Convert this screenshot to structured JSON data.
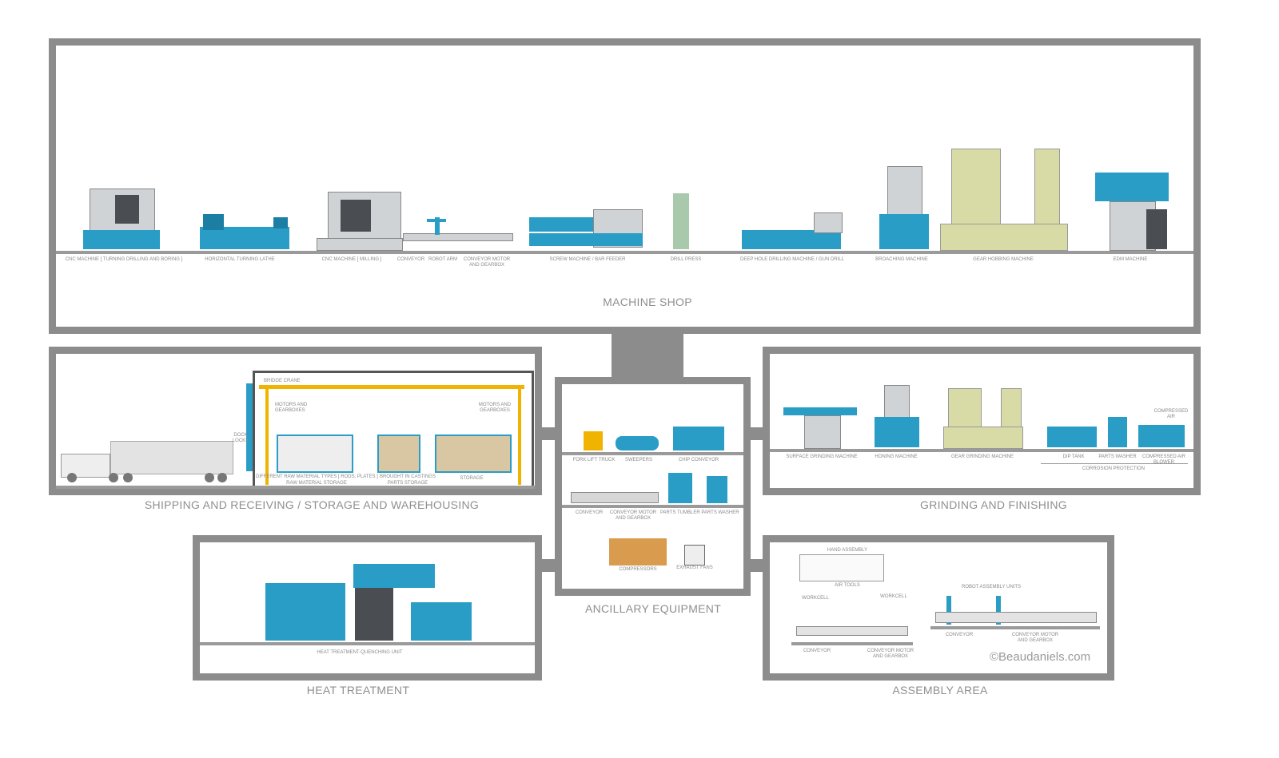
{
  "colors": {
    "frame": "#8c8c8c",
    "machine_teal": "#2a9dc6",
    "machine_khaki": "#d9dba6",
    "machine_gray": "#cfd3d6",
    "text": "#8a8a8a"
  },
  "machine_shop": {
    "title": "MACHINE SHOP",
    "items": [
      "CNC MACHINE [ TURNING DRILLING AND BORING ]",
      "HORIZONTAL TURNING LATHE",
      "CNC MACHINE [ MILLING ]",
      "CONVEYOR",
      "ROBOT ARM",
      "CONVEYOR MOTOR AND GEARBOX",
      "SCREW MACHINE / BAR FEEDER",
      "DRILL PRESS",
      "DEEP HOLE DRILLING MACHINE / GUN DRILL",
      "BROACHING MACHINE",
      "GEAR HOBBING MACHINE",
      "EDM MACHINE"
    ]
  },
  "shipping": {
    "title": "SHIPPING AND RECEIVING / STORAGE AND WAREHOUSING",
    "bridge_crane": "BRIDGE CRANE",
    "motors_left": "MOTORS AND GEARBOXES",
    "motors_right": "MOTORS AND GEARBOXES",
    "dock_locks": "DOCK LOCKS",
    "raw_types": "DIFFERENT RAW MATERIAL TYPES [ RODS, PLATES ]",
    "raw_storage": "RAW MATERIAL STORAGE",
    "castings": "BROUGHT IN CASTINGS",
    "parts_storage": "PARTS STORAGE",
    "storage": "STORAGE"
  },
  "ancillary": {
    "title": "ANCILLARY EQUIPMENT",
    "row1": [
      "FORK LIFT TRUCK",
      "SWEEPERS",
      "CHIP CONVEYOR"
    ],
    "row2": [
      "CONVEYOR",
      "CONVEYOR MOTOR AND GEARBOX",
      "PARTS TUMBLER",
      "PARTS WASHER"
    ],
    "row3": [
      "COMPRESSORS",
      "EXHAUST FANS"
    ]
  },
  "grinding": {
    "title": "GRINDING AND FINISHING",
    "items": [
      "SURFACE GRINDING MACHINE",
      "HONING MACHINE",
      "GEAR GRINDING MACHINE",
      "DIP TANK",
      "PARTS WASHER",
      "COMPRESSED AIR BLOWER"
    ],
    "compressed_air": "COMPRESSED AIR",
    "corrosion": "CORROSION PROTECTION"
  },
  "heat": {
    "title": "HEAT TREATMENT",
    "unit": "HEAT TREATMENT-QUENCHING UNIT"
  },
  "assembly": {
    "title": "ASSEMBLY AREA",
    "hand_assembly": "HAND ASSEMBLY",
    "air_tools": "AIR TOOLS",
    "workcell_left": "WORKCELL",
    "workcell_right": "WORKCELL",
    "robot_units": "ROBOT ASSEMBLY UNITS",
    "conveyor_left": "CONVEYOR",
    "motor_left": "CONVEYOR MOTOR AND GEARBOX",
    "conveyor_right": "CONVEYOR",
    "motor_right": "CONVEYOR MOTOR AND GEARBOX",
    "copyright": "©Beaudaniels.com"
  }
}
